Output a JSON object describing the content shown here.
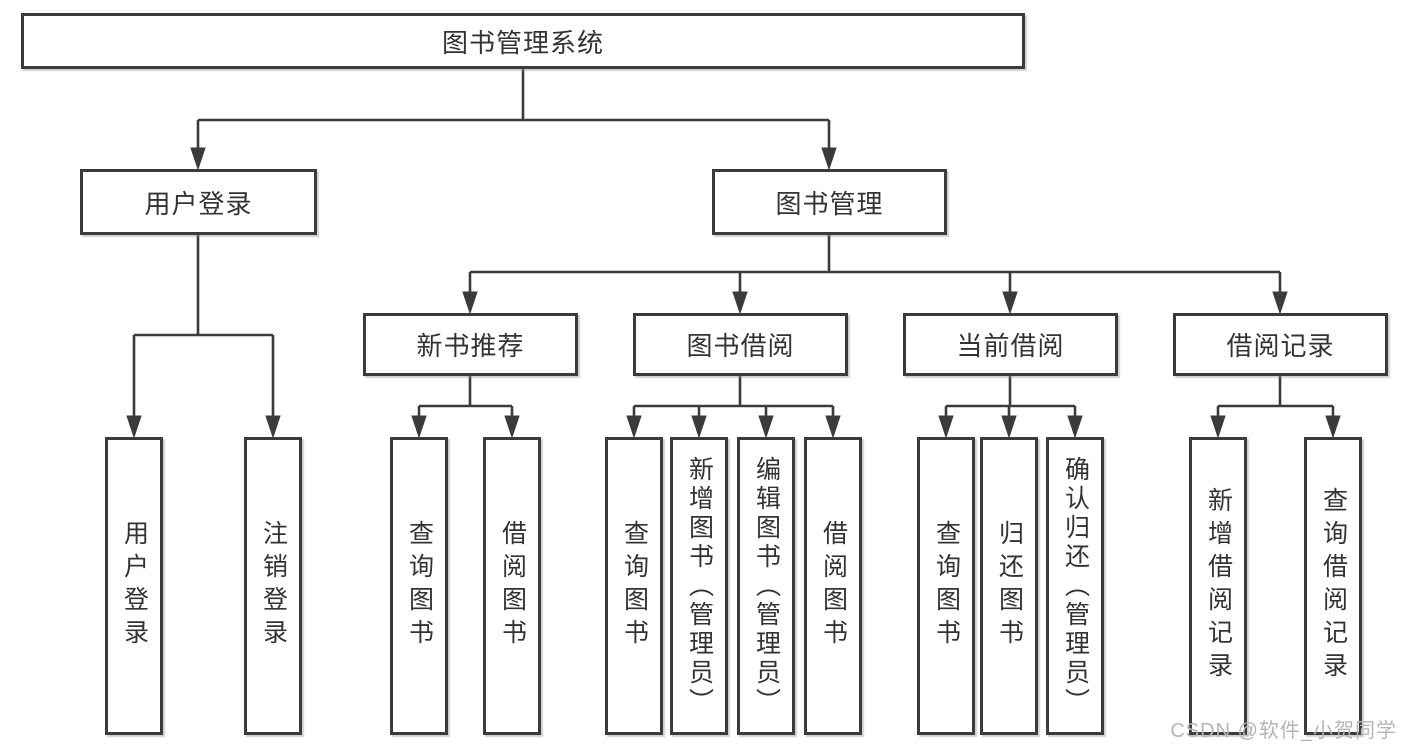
{
  "diagram": {
    "root": {
      "label": "图书管理系统"
    },
    "level2": [
      {
        "label": "用户登录",
        "children": [
          {
            "label": "用户登录"
          },
          {
            "label": "注销登录"
          }
        ]
      },
      {
        "label": "图书管理",
        "children": [
          {
            "label": "新书推荐",
            "children": [
              {
                "label": "查询图书"
              },
              {
                "label": "借阅图书"
              }
            ]
          },
          {
            "label": "图书借阅",
            "children": [
              {
                "label": "查询图书"
              },
              {
                "label": "新增图书（管理员）"
              },
              {
                "label": "编辑图书（管理员）"
              },
              {
                "label": "借阅图书"
              }
            ]
          },
          {
            "label": "当前借阅",
            "children": [
              {
                "label": "查询图书"
              },
              {
                "label": "归还图书"
              },
              {
                "label": "确认归还（管理员）"
              }
            ]
          },
          {
            "label": "借阅记录",
            "children": [
              {
                "label": "新增借阅记录"
              },
              {
                "label": "查询借阅记录"
              }
            ]
          }
        ]
      }
    ]
  },
  "watermark": {
    "text": "CSDN @软件_小贺同学"
  },
  "colors": {
    "line": "#3b3b3b",
    "text": "#333333",
    "box_bg": "#ffffff",
    "watermark": "#b5b5b5"
  }
}
